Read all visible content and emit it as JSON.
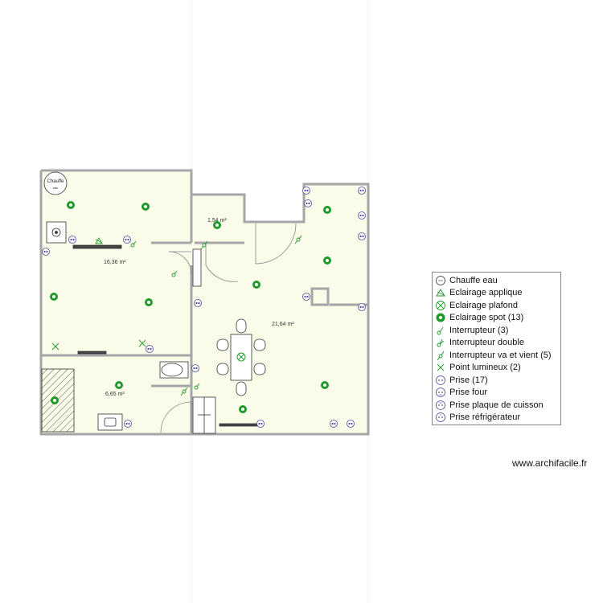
{
  "rooms": {
    "r1": "16,36 m²",
    "r2": "1,54 m²",
    "r3": "21,64 m²",
    "r4": "6,65 m²"
  },
  "chauffe_eau": {
    "title": "Chauffe",
    "sub": "eau"
  },
  "legend": [
    {
      "icon": "chauffe-eau-icon",
      "label": "Chauffe eau"
    },
    {
      "icon": "eclairage-applique-icon",
      "label": "Eclairage applique"
    },
    {
      "icon": "eclairage-plafond-icon",
      "label": "Eclairage plafond"
    },
    {
      "icon": "eclairage-spot-icon",
      "label": "Eclairage spot (13)"
    },
    {
      "icon": "interrupteur-icon",
      "label": "Interrupteur (3)"
    },
    {
      "icon": "interrupteur-double-icon",
      "label": "Interrupteur double"
    },
    {
      "icon": "interrupteur-va-et-vient-icon",
      "label": "Interrupteur va et vient (5)"
    },
    {
      "icon": "point-lumineux-icon",
      "label": "Point lumineux (2)"
    },
    {
      "icon": "prise-icon",
      "label": "Prise (17)"
    },
    {
      "icon": "prise-four-icon",
      "label": "Prise four"
    },
    {
      "icon": "prise-plaque-cuisson-icon",
      "label": "Prise plaque de cuisson"
    },
    {
      "icon": "prise-refrigerateur-icon",
      "label": "Prise réfrigérateur"
    }
  ],
  "watermark": "www.archifacile.fr",
  "colors": {
    "floor": "#fbfbea",
    "wall": "#a6a6a6",
    "green": "#1f9a2a",
    "outlet": "#4a4a9a"
  }
}
